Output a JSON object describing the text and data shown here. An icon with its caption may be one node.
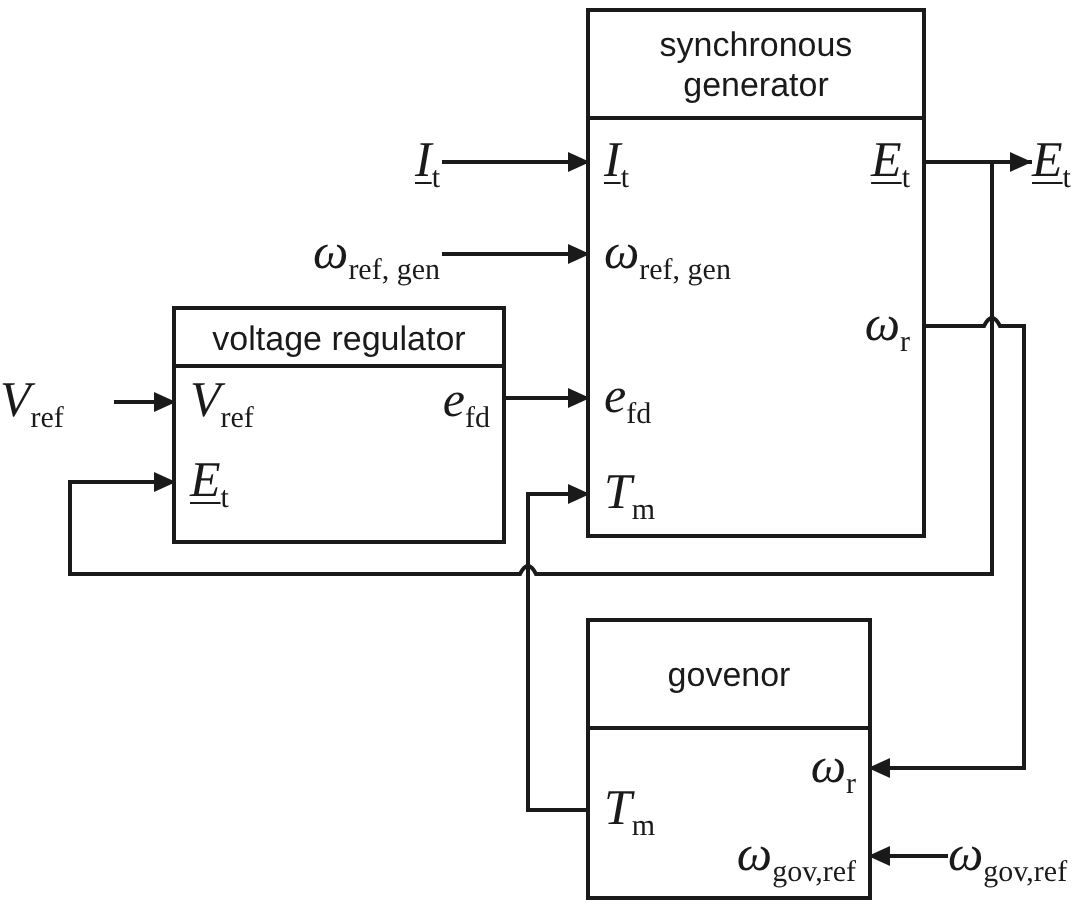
{
  "diagram": {
    "nodes": [
      {
        "text": [
          "synchronous generator"
        ]
      },
      {
        "text": [
          "*I*$_{t}$"
        ],
        "in": 0
      },
      {
        "text": [
          "*ω*$_{ref, gen}$"
        ],
        "in": 0
      },
      {
        "text": [
          "*e*$_{fd}$"
        ],
        "in": 0
      },
      {
        "text": [
          "*T*$_{m}$"
        ],
        "in": 0
      },
      {
        "text": [
          "*E*$_{t}$"
        ],
        "in": 0
      },
      {
        "text": [
          "*ω*$_{r}$"
        ],
        "in": 0
      },
      {
        "text": [
          "voltage regulator"
        ]
      },
      {
        "text": [
          "*V*$_{ref}$"
        ],
        "in": 7
      },
      {
        "text": [
          "*E*$_{t}$"
        ],
        "in": 7
      },
      {
        "text": [
          "*e*$_{fd}$"
        ],
        "in": 7
      },
      {
        "text": [
          "govenor"
        ]
      },
      {
        "text": [
          "*ω*$_{r}$"
        ],
        "in": 11
      },
      {
        "text": [
          "*T*$_{m}$"
        ],
        "in": 11
      },
      {
        "text": [
          "*ω*$_{gov,ref}$"
        ],
        "in": 11
      },
      {
        "text": [
          "*I*$_{t}$"
        ]
      },
      {
        "text": [
          "*ω*$_{ref, gen}$"
        ]
      },
      {
        "text": [
          "*V*$_{ref}$"
        ]
      },
      {
        "text": [
          "*E*$_{t}$"
        ]
      },
      {
        "text": [
          "*ω*$_{gov,ref}$"
        ]
      }
    ],
    "edges": [
      {
        "from": 15,
        "to": 1,
        "arrow": "to"
      },
      {
        "from": 16,
        "to": 2,
        "arrow": "to"
      },
      {
        "from": 17,
        "to": 8,
        "arrow": "to"
      },
      {
        "from": 10,
        "to": 3,
        "arrow": "to"
      },
      {
        "from": 13,
        "to": 4,
        "arrow": "to"
      },
      {
        "from": 5,
        "to": 18,
        "arrow": "to"
      },
      {
        "from": 5,
        "to": 9,
        "arrow": "to"
      },
      {
        "from": 6,
        "to": 12,
        "arrow": "to"
      },
      {
        "from": 19,
        "to": 14,
        "arrow": "to"
      }
    ]
  }
}
